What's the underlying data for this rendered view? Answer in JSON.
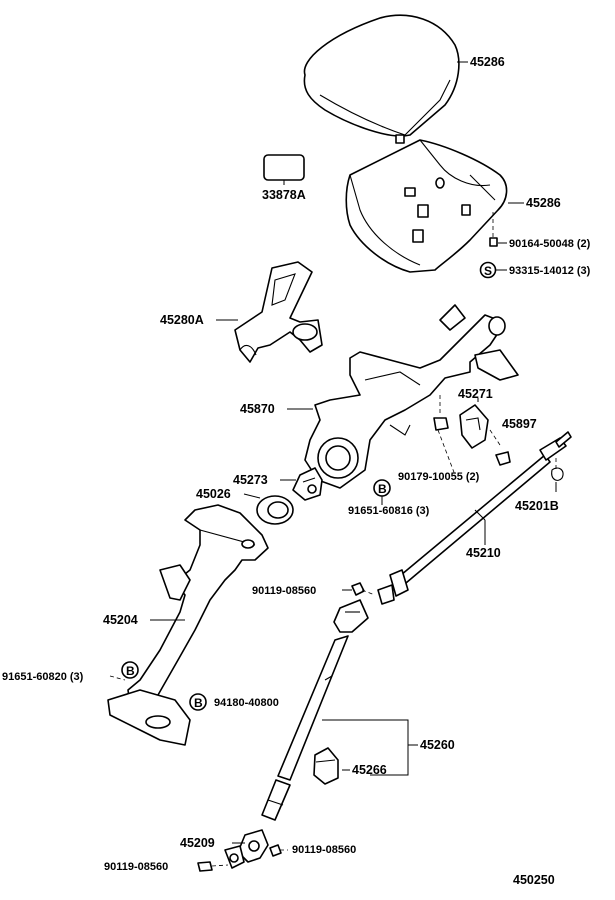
{
  "labels": {
    "p45286_upper": "45286",
    "p45286_lower": "45286",
    "p33878a": "33878A",
    "p90164": "90164-50048 (2)",
    "p93315": "93315-14012 (3)",
    "p45280a": "45280A",
    "p45870": "45870",
    "p45271": "45271",
    "p45897": "45897",
    "p90179": "90179-10055 (2)",
    "p45273": "45273",
    "p45026": "45026",
    "p91651_top": "91651-60816 (3)",
    "p45201b": "45201B",
    "p45210": "45210",
    "p90119_mid": "90119-08560",
    "p45204": "45204",
    "p91651_bottom": "91651-60820 (3)",
    "p94180": "94180-40800",
    "p45260": "45260",
    "p45266": "45266",
    "p45209": "45209",
    "p90119_right": "90119-08560",
    "p90119_left": "90119-08560",
    "diagram_number": "450250"
  },
  "symbols": {
    "s": "S",
    "b1": "B",
    "b2": "B",
    "b3": "B"
  }
}
